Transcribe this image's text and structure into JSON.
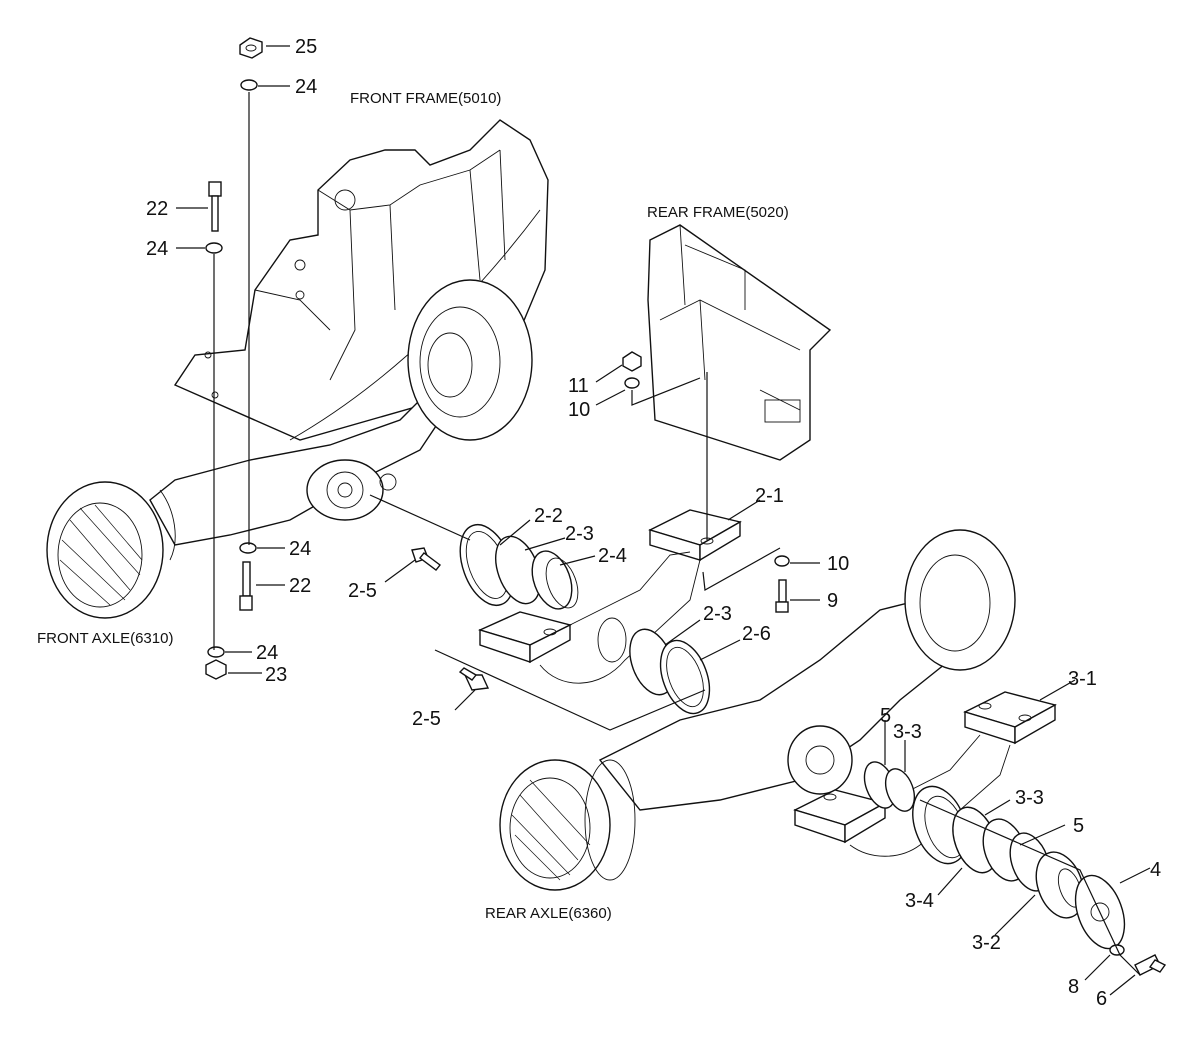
{
  "assembly_labels": {
    "front_frame": "FRONT FRAME(5010)",
    "rear_frame": "REAR FRAME(5020)",
    "front_axle": "FRONT AXLE(6310)",
    "rear_axle": "REAR AXLE(6360)"
  },
  "callouts": {
    "c25": "25",
    "c24_top": "24",
    "c22_top": "22",
    "c24_mid": "24",
    "c24_low": "24",
    "c22_low": "22",
    "c24_bottom": "24",
    "c23": "23",
    "c11": "11",
    "c10_top": "10",
    "c2_1": "2-1",
    "c2_2": "2-2",
    "c2_3_top": "2-3",
    "c2_4": "2-4",
    "c2_5_top": "2-5",
    "c10_right": "10",
    "c9": "9",
    "c2_3_low": "2-3",
    "c2_6": "2-6",
    "c2_5_low": "2-5",
    "c3_1": "3-1",
    "c5_top": "5",
    "c3_3_top": "3-3",
    "c3_3_low": "3-3",
    "c5_low": "5",
    "c4": "4",
    "c3_4": "3-4",
    "c3_2": "3-2",
    "c8": "8",
    "c6": "6"
  }
}
